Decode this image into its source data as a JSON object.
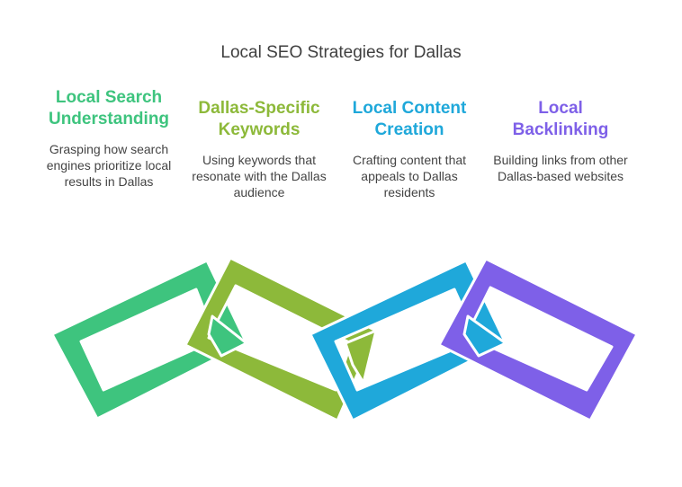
{
  "title": "Local SEO Strategies for Dallas",
  "colors": {
    "green": "#3EC47E",
    "lime": "#8DB93A",
    "blue": "#1FA8DA",
    "purple": "#7E60E8"
  },
  "items": [
    {
      "heading": "Local Search Understanding",
      "description": "Grasping how search engines prioritize local results in Dallas",
      "color": "#3EC47E",
      "icon": "chain-link"
    },
    {
      "heading": "Dallas-Specific Keywords",
      "description": "Using keywords that resonate with the Dallas audience",
      "color": "#8DB93A",
      "icon": "chain-link"
    },
    {
      "heading": "Local Content Creation",
      "description": "Crafting content that appeals to Dallas residents",
      "color": "#1FA8DA",
      "icon": "chain-link"
    },
    {
      "heading": "Local Backlinking",
      "description": "Building links from other Dallas-based websites",
      "color": "#7E60E8",
      "icon": "chain-link"
    }
  ]
}
